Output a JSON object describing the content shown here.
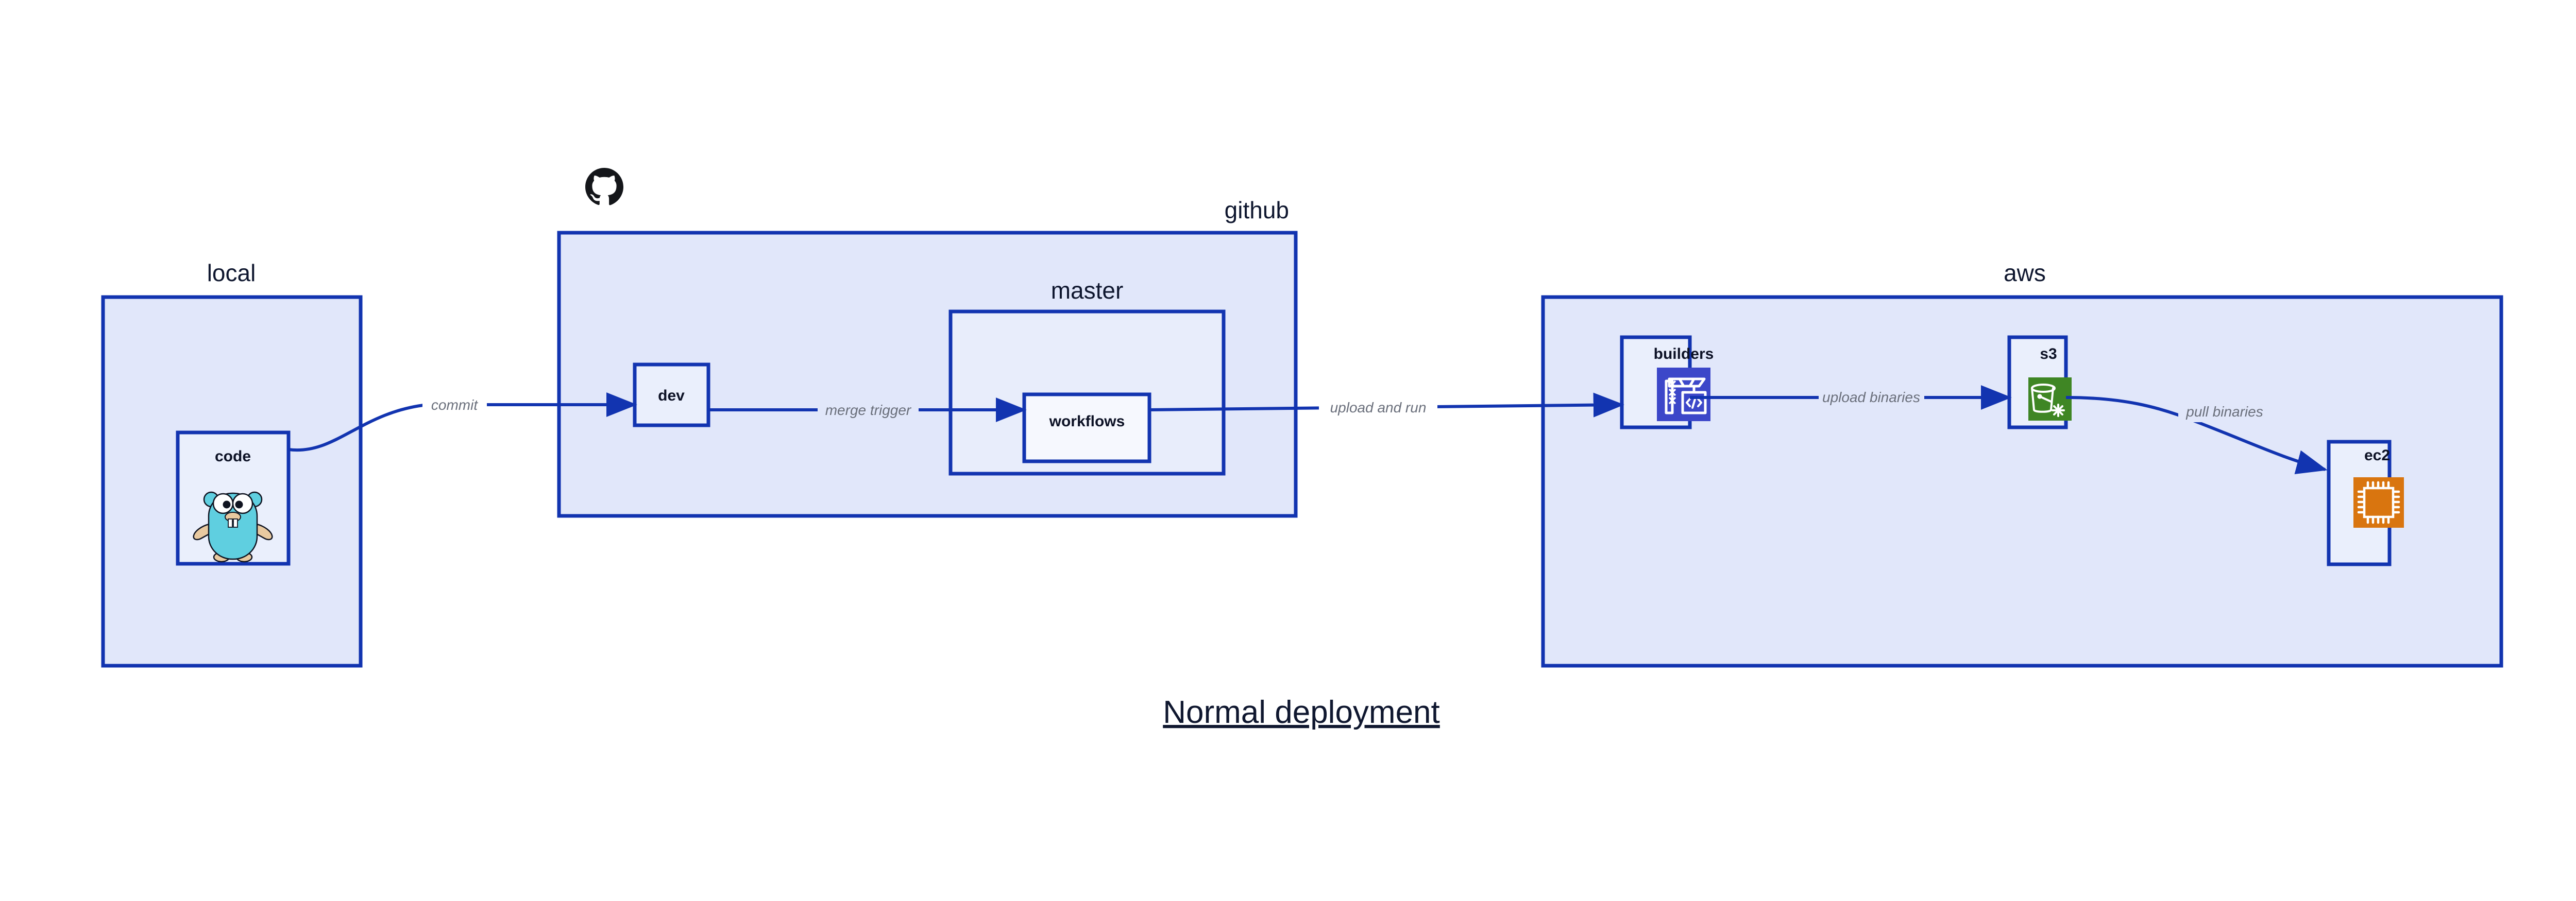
{
  "caption": "Normal deployment",
  "colors": {
    "container_border": "#1234b0",
    "container_fill_l1": "#e1e7fa",
    "container_fill_l2": "#e8edfb",
    "node_fill": "#eaeffc",
    "node_fill_light": "#f6f8fe",
    "edge_stroke": "#1234b0",
    "edge_label_text": "#6a6f7b",
    "title_text": "#0f172f",
    "builders_icon_bg": "#3c47c9",
    "s3_icon_bg": "#3f8624",
    "ec2_icon_bg": "#d9750f",
    "gopher_body": "#5fcfe0",
    "github_mark": "#14161a"
  },
  "groups": {
    "local": {
      "label": "local"
    },
    "github": {
      "label": "github"
    },
    "master": {
      "label": "master"
    },
    "aws": {
      "label": "aws"
    }
  },
  "nodes": {
    "code": {
      "label": "code",
      "icon": "go-gopher-icon"
    },
    "dev": {
      "label": "dev"
    },
    "workflows": {
      "label": "workflows"
    },
    "builders": {
      "label": "builders",
      "icon": "aws-codebuild-crane-icon"
    },
    "s3": {
      "label": "s3",
      "icon": "aws-s3-glacier-bucket-icon"
    },
    "ec2": {
      "label": "ec2",
      "icon": "aws-ec2-chip-icon"
    }
  },
  "edges": [
    {
      "id": "commit",
      "label": "commit",
      "from": "code",
      "to": "dev"
    },
    {
      "id": "merge-trigger",
      "label": "merge trigger",
      "from": "dev",
      "to": "workflows"
    },
    {
      "id": "upload-and-run",
      "label": "upload and run",
      "from": "workflows",
      "to": "builders"
    },
    {
      "id": "upload-binaries",
      "label": "upload binaries",
      "from": "builders",
      "to": "s3"
    },
    {
      "id": "pull-binaries",
      "label": "pull binaries",
      "from": "s3",
      "to": "ec2"
    }
  ],
  "icons": {
    "github_mark": "github-octocat-icon"
  }
}
